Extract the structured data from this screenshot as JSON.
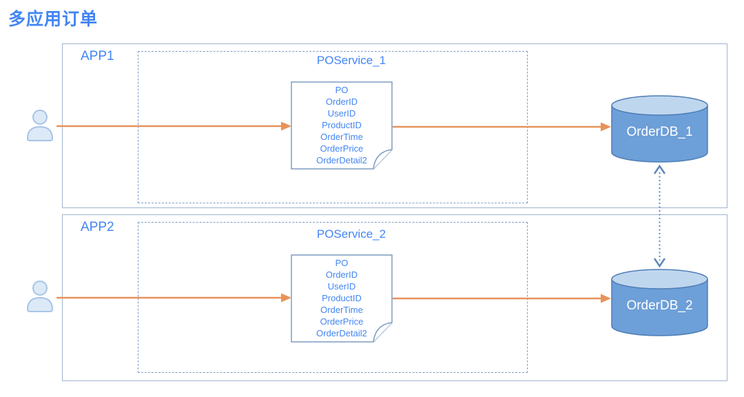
{
  "title": "多应用订单",
  "colors": {
    "accent_blue": "#4285F4",
    "box_stroke": "#9FB3CC",
    "boundary_stroke": "#7E9DC8",
    "document_stroke": "#7E9CC0",
    "arrow_orange": "#E8925A",
    "db_body_fill": "#6D9FD8",
    "db_top_fill": "#BFD6EF",
    "db_stroke": "#4E7DB4",
    "user_fill": "#DCE9F7",
    "user_stroke": "#A7C4E5",
    "dotted_link": "#5E86B8"
  },
  "apps": [
    {
      "label": "APP1",
      "service": "POService_1",
      "document_lines": [
        "PO",
        "OrderID",
        "UserID",
        "ProductID",
        "OrderTime",
        "OrderPrice",
        "OrderDetail2"
      ],
      "database": "OrderDB_1"
    },
    {
      "label": "APP2",
      "service": "POService_2",
      "document_lines": [
        "PO",
        "OrderID",
        "UserID",
        "ProductID",
        "OrderTime",
        "OrderPrice",
        "OrderDetail2"
      ],
      "database": "OrderDB_2"
    }
  ]
}
